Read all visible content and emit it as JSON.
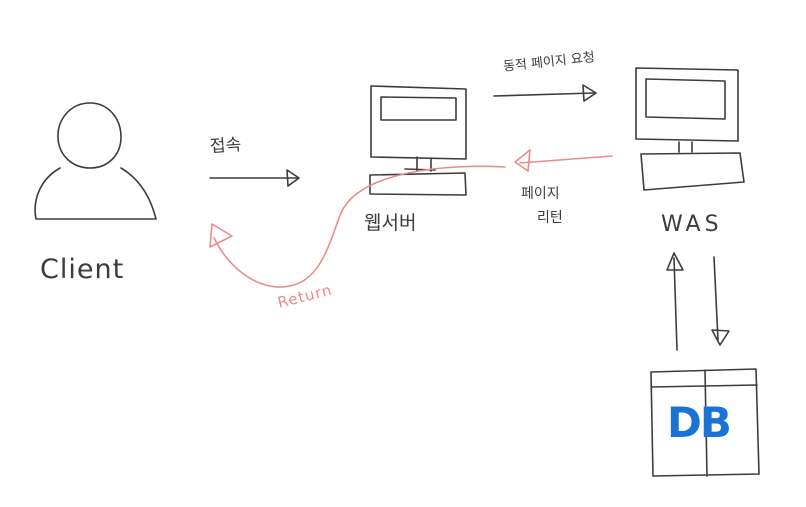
{
  "labels": {
    "client": "Client",
    "connect": "접속",
    "web_server": "웹서버",
    "dynamic_page_request": "동적 페이지 요청",
    "page": "페이지",
    "page_return": "리턴",
    "was": "WAS",
    "return": "Return",
    "db": "DB"
  },
  "colors": {
    "ink": "#3c3c3c",
    "return_path": "#e98b8b",
    "db_text": "#1a73d6"
  },
  "icons": {
    "client": "person-icon",
    "web_server": "computer-icon",
    "was": "computer-icon",
    "db": "database-table-icon"
  }
}
